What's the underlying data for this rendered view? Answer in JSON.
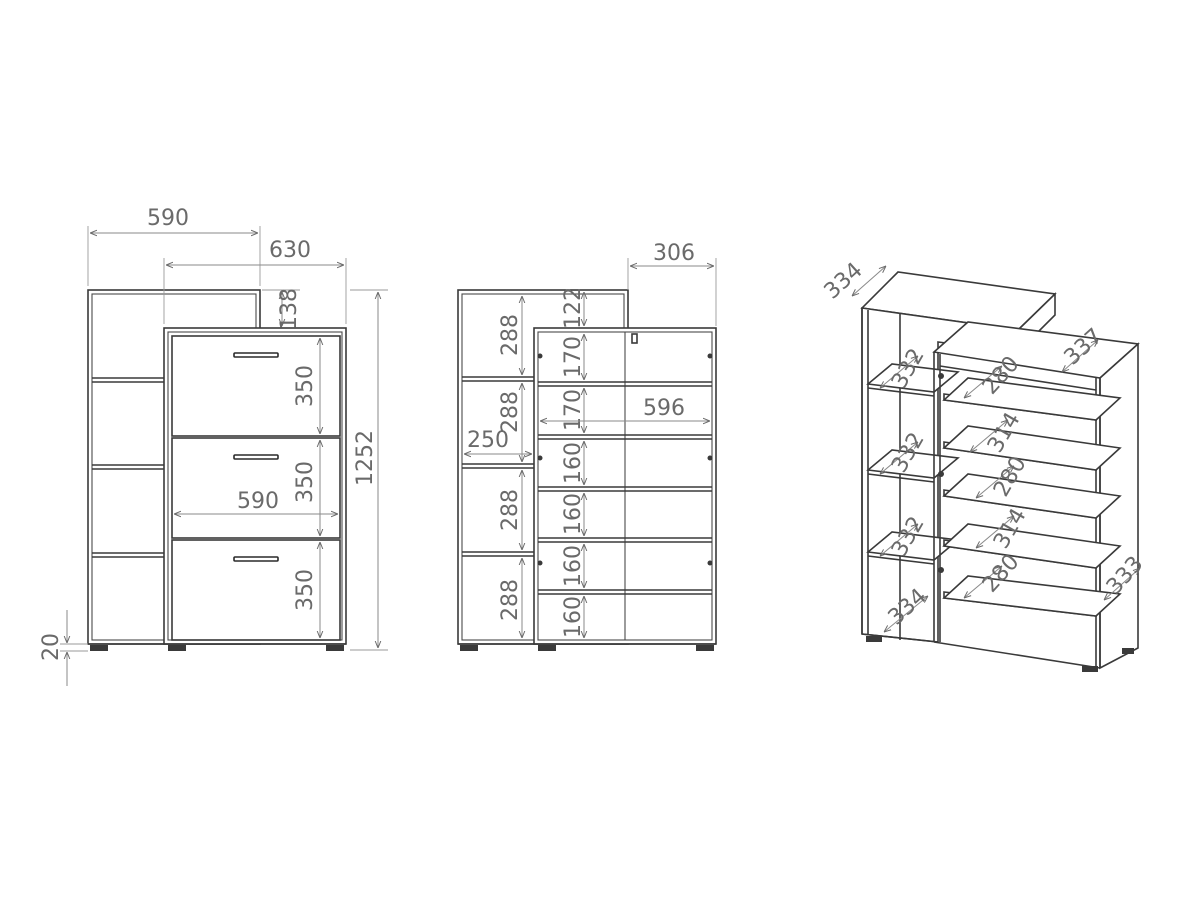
{
  "front_view": {
    "width_top": "590",
    "width_overall": "630",
    "height_offset": "138",
    "drawer_1_height": "350",
    "drawer_2_height": "350",
    "drawer_3_height": "350",
    "drawer_width": "590",
    "total_height": "1252",
    "leg_height": "20"
  },
  "section_view": {
    "depth": "306",
    "left_shelf_1": "288",
    "left_shelf_2": "288",
    "left_shelf_3": "288",
    "left_shelf_4": "288",
    "left_shelf_width": "250",
    "top_gap": "122",
    "right_shelf_1": "170",
    "right_shelf_2": "170",
    "right_shelf_3": "160",
    "right_shelf_4": "160",
    "right_shelf_5": "160",
    "right_shelf_6": "160",
    "inner_width": "596"
  },
  "iso_view": {
    "top_depth": "334",
    "rear_depth": "337",
    "left_depth_1": "332",
    "left_depth_2": "332",
    "left_depth_3": "332",
    "left_depth_bottom": "334",
    "tilt_1": "280",
    "flat_1": "314",
    "tilt_2": "280",
    "flat_2": "314",
    "tilt_3": "280",
    "right_depth": "333"
  }
}
